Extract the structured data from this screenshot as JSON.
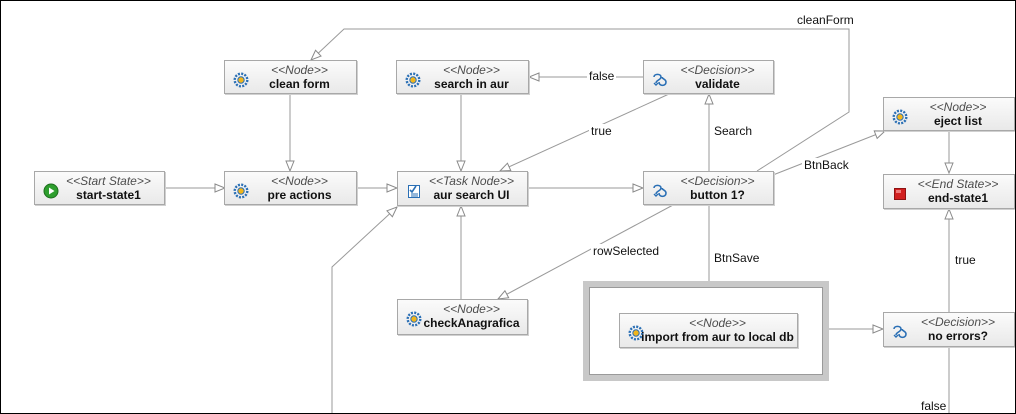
{
  "diagram": {
    "nodes": [
      {
        "id": "clean-form",
        "stereotype": "<<Node>>",
        "name": "clean form",
        "icon": "gear-icon"
      },
      {
        "id": "search-in-aur",
        "stereotype": "<<Node>>",
        "name": "search in aur",
        "icon": "gear-icon"
      },
      {
        "id": "validate",
        "stereotype": "<<Decision>>",
        "name": "validate",
        "icon": "decision-icon"
      },
      {
        "id": "eject-list",
        "stereotype": "<<Node>>",
        "name": "eject list",
        "icon": "gear-icon"
      },
      {
        "id": "start-state1",
        "stereotype": "<<Start State>>",
        "name": "start-state1",
        "icon": "start-icon"
      },
      {
        "id": "pre-actions",
        "stereotype": "<<Node>>",
        "name": "pre actions",
        "icon": "gear-icon"
      },
      {
        "id": "aur-search-ui",
        "stereotype": "<<Task Node>>",
        "name": "aur search UI",
        "icon": "task-icon"
      },
      {
        "id": "button-1",
        "stereotype": "<<Decision>>",
        "name": "button 1?",
        "icon": "decision-icon"
      },
      {
        "id": "end-state1",
        "stereotype": "<<End State>>",
        "name": "end-state1",
        "icon": "end-icon"
      },
      {
        "id": "check-anagrafica",
        "stereotype": "<<Node>>",
        "name": "checkAnagrafica",
        "icon": "gear-icon"
      },
      {
        "id": "import-from-aur",
        "stereotype": "<<Node>>",
        "name": "import from aur to local db",
        "icon": "gear-icon"
      },
      {
        "id": "no-errors",
        "stereotype": "<<Decision>>",
        "name": "no errors?",
        "icon": "decision-icon"
      }
    ],
    "transitions": [
      {
        "from": "start-state1",
        "to": "pre-actions",
        "label": ""
      },
      {
        "from": "pre-actions",
        "to": "aur-search-ui",
        "label": ""
      },
      {
        "from": "aur-search-ui",
        "to": "button-1",
        "label": ""
      },
      {
        "from": "clean-form",
        "to": "pre-actions",
        "label": ""
      },
      {
        "from": "search-in-aur",
        "to": "aur-search-ui",
        "label": ""
      },
      {
        "from": "validate",
        "to": "search-in-aur",
        "label": "false"
      },
      {
        "from": "validate",
        "to": "aur-search-ui",
        "label": "true"
      },
      {
        "from": "button-1",
        "to": "validate",
        "label": "Search"
      },
      {
        "from": "button-1",
        "to": "clean-form",
        "label": "cleanForm"
      },
      {
        "from": "button-1",
        "to": "eject-list",
        "label": "BtnBack"
      },
      {
        "from": "eject-list",
        "to": "end-state1",
        "label": ""
      },
      {
        "from": "button-1",
        "to": "check-anagrafica",
        "label": "rowSelected"
      },
      {
        "from": "check-anagrafica",
        "to": "aur-search-ui",
        "label": ""
      },
      {
        "from": "button-1",
        "to": "import-from-aur",
        "label": "BtnSave"
      },
      {
        "from": "import-from-aur",
        "to": "no-errors",
        "label": ""
      },
      {
        "from": "no-errors",
        "to": "end-state1",
        "label": "true"
      },
      {
        "from": "no-errors",
        "to": "aur-search-ui",
        "label": "false"
      }
    ]
  },
  "colors": {
    "edge": "#9a9a9a",
    "start_icon": "#2e9e2e",
    "end_icon": "#d11f1f",
    "gear_icon": "#2a6fb5",
    "gear_accent": "#f2b51b"
  }
}
